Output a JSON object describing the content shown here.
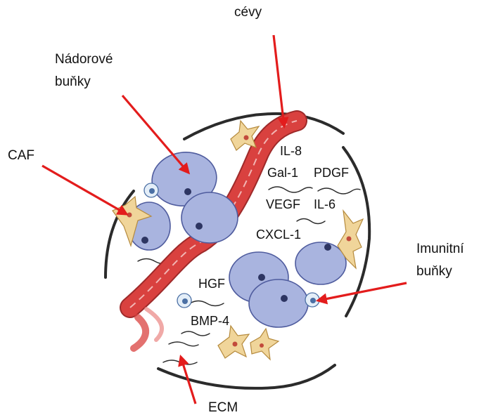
{
  "labels": {
    "cevy": "cévy",
    "nadorove_line1": "Nádorové",
    "nadorove_line2": "buňky",
    "caf": "CAF",
    "imunitni_line1": "Imunitní",
    "imunitni_line2": "buňky",
    "ecm": "ECM"
  },
  "factors": {
    "il8": "IL-8",
    "gal1": "Gal-1",
    "pdgf": "PDGF",
    "vegf": "VEGF",
    "il6": "IL-6",
    "cxcl1": "CXCL-1",
    "hgf": "HGF",
    "bmp4": "BMP-4"
  },
  "colors": {
    "arrow": "#e31c1c",
    "vessel": "#d9413f",
    "tumor_cell": "#a9b4df",
    "caf": "#f0d59a",
    "immune_cell": "#e4eef8"
  }
}
